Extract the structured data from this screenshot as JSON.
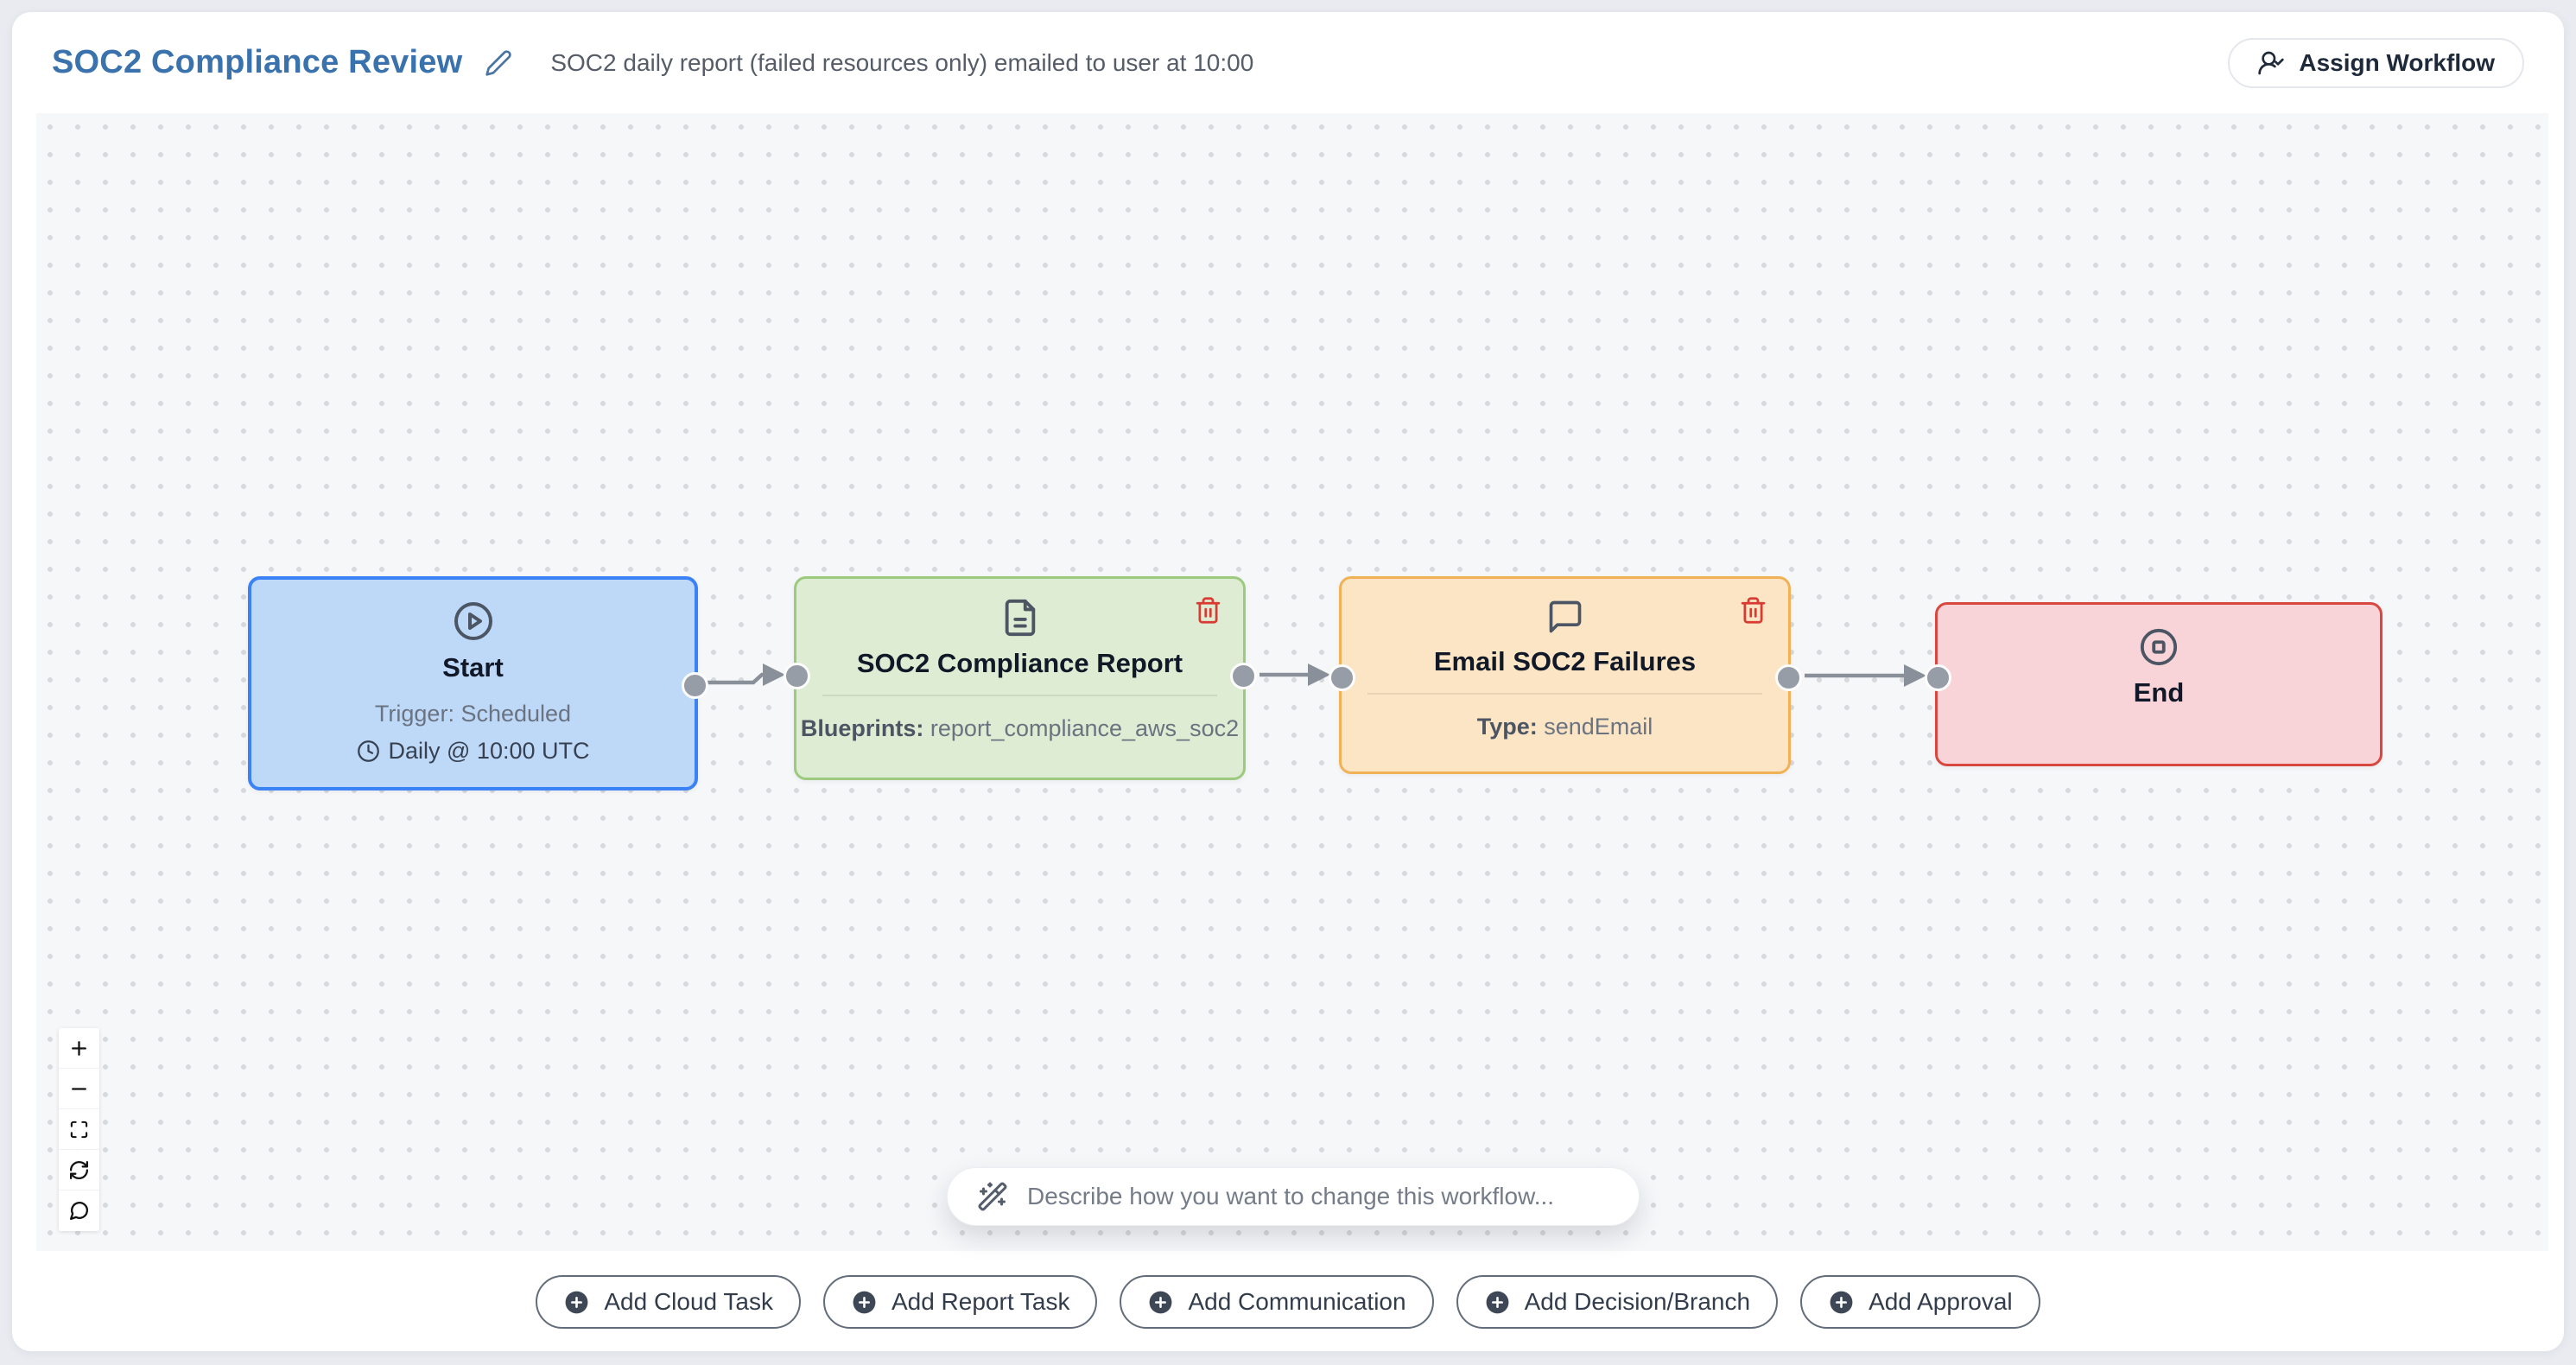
{
  "header": {
    "title": "SOC2 Compliance Review",
    "subtitle": "SOC2 daily report (failed resources only) emailed to user at 10:00",
    "assign_workflow_label": "Assign Workflow"
  },
  "workflow": {
    "nodes": {
      "start": {
        "title": "Start",
        "trigger": "Trigger: Scheduled",
        "schedule": "Daily @ 10:00 UTC"
      },
      "report": {
        "title": "SOC2 Compliance Report",
        "meta_label": "Blueprints:",
        "meta_value": "report_compliance_aws_soc2"
      },
      "email": {
        "title": "Email SOC2 Failures",
        "meta_label": "Type:",
        "meta_value": "sendEmail"
      },
      "end": {
        "title": "End"
      }
    }
  },
  "assistant": {
    "placeholder": "Describe how you want to change this workflow..."
  },
  "footer": {
    "add_cloud_task": "Add Cloud Task",
    "add_report_task": "Add Report Task",
    "add_communication": "Add Communication",
    "add_decision_branch": "Add Decision/Branch",
    "add_approval": "Add Approval"
  },
  "colors": {
    "title_blue": "#3a72ad",
    "start_fill": "#bed9f8",
    "start_border": "#3b82f6",
    "report_fill": "#deecd3",
    "report_border": "#9cca7e",
    "email_fill": "#fbe5c4",
    "email_border": "#f1b257",
    "end_fill": "#f8d3d7",
    "end_border": "#d84840",
    "trash_red": "#d93b33",
    "edge_gray": "#8a9099",
    "canvas_bg": "#f6f7f9"
  }
}
